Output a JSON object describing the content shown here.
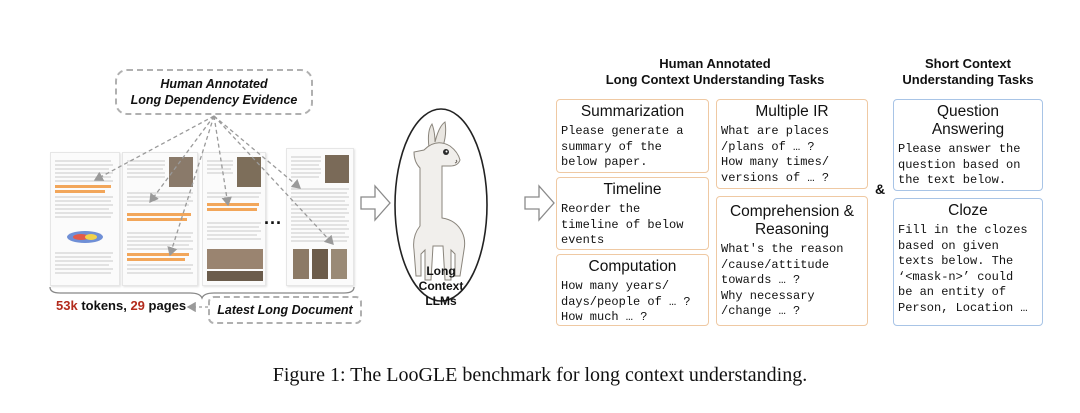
{
  "evidence": {
    "line1": "Human Annotated",
    "line2": "Long Dependency Evidence"
  },
  "document": {
    "ellipsis": "...",
    "tokens_value": "53k",
    "tokens_text": " tokens, ",
    "pages_value": "29",
    "pages_text": " pages",
    "latest_label": "Latest Long Document"
  },
  "llm": {
    "line1": "Long Context",
    "line2": "LLMs"
  },
  "long_tasks": {
    "title_line1": "Human Annotated",
    "title_line2": "Long Context Understanding Tasks",
    "summarization": {
      "title": "Summarization",
      "body": "Please generate a\nsummary of the\nbelow paper."
    },
    "timeline": {
      "title": "Timeline",
      "body": "Reorder the\ntimeline of below\nevents"
    },
    "computation": {
      "title": "Computation",
      "body": "How many years/\ndays/people of … ?\nHow much … ?"
    },
    "multiple_ir": {
      "title": "Multiple IR",
      "body": "What are places\n/plans of … ?\nHow many times/\nversions of … ?"
    },
    "comprehension": {
      "title_line1": "Comprehension &",
      "title_line2": "Reasoning",
      "body": "What's the reason\n/cause/attitude\ntowards … ?\nWhy necessary\n/change … ?"
    }
  },
  "amp": "&",
  "short_tasks": {
    "title_line1": "Short Context",
    "title_line2": "Understanding Tasks",
    "qa": {
      "title_line1": "Question",
      "title_line2": "Answering",
      "body": "Please answer the\nquestion based on\nthe text below."
    },
    "cloze": {
      "title": "Cloze",
      "body": "Fill in the clozes\nbased on given\ntexts below. The\n‘<mask-n>’ could\nbe an entity of\nPerson, Location …"
    }
  },
  "caption": "Figure 1: The LooGLE benchmark for long context understanding.",
  "colors": {
    "highlight": "#f2a65a",
    "token_red": "#b32b1c",
    "orange_border": "#efc9a3",
    "blue_border": "#a8c4e6"
  }
}
